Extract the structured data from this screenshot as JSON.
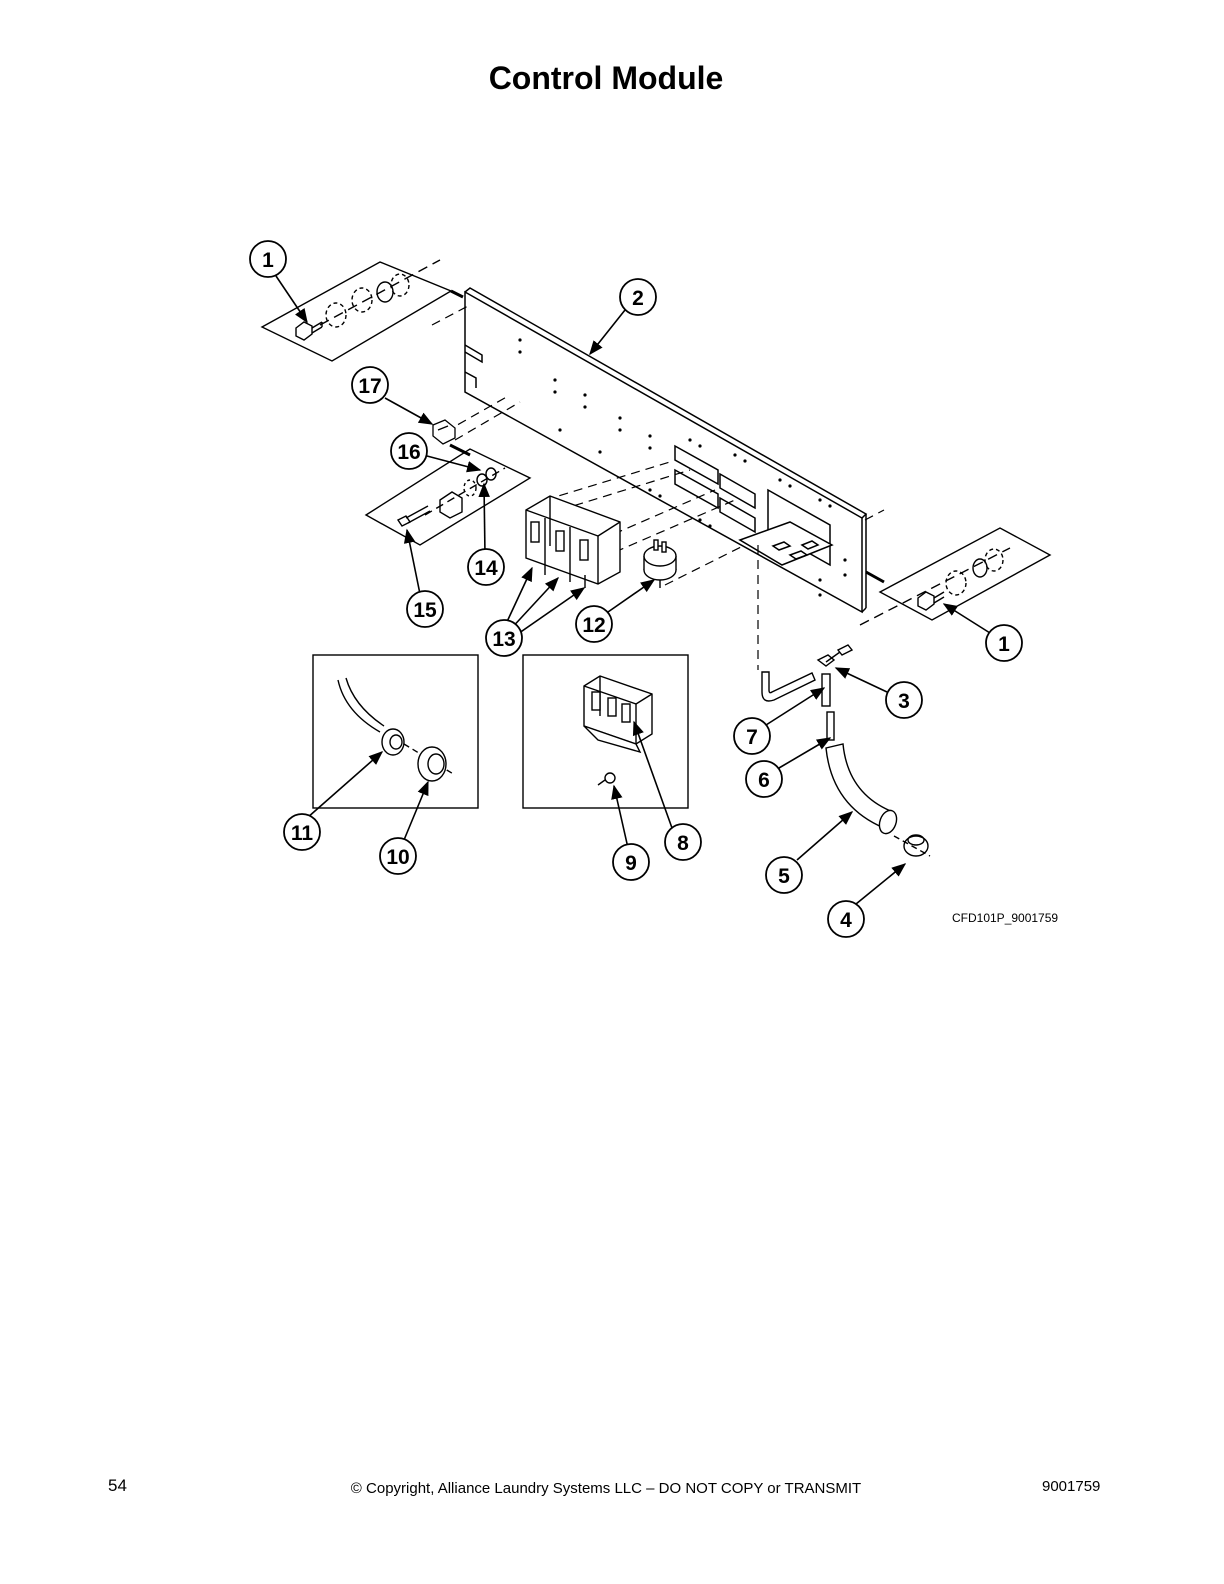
{
  "page": {
    "title": "Control Module",
    "figure_code": "CFD101P_9001759",
    "page_number": "54",
    "copyright": "© Copyright, Alliance Laundry Systems LLC – DO NOT COPY or TRANSMIT",
    "document_number": "9001759"
  },
  "callouts": {
    "c1a": "1",
    "c1b": "1",
    "c2": "2",
    "c3": "3",
    "c4": "4",
    "c5": "5",
    "c6": "6",
    "c7": "7",
    "c8": "8",
    "c9": "9",
    "c10": "10",
    "c11": "11",
    "c12": "12",
    "c13": "13",
    "c14": "14",
    "c15": "15",
    "c16": "16",
    "c17": "17"
  }
}
